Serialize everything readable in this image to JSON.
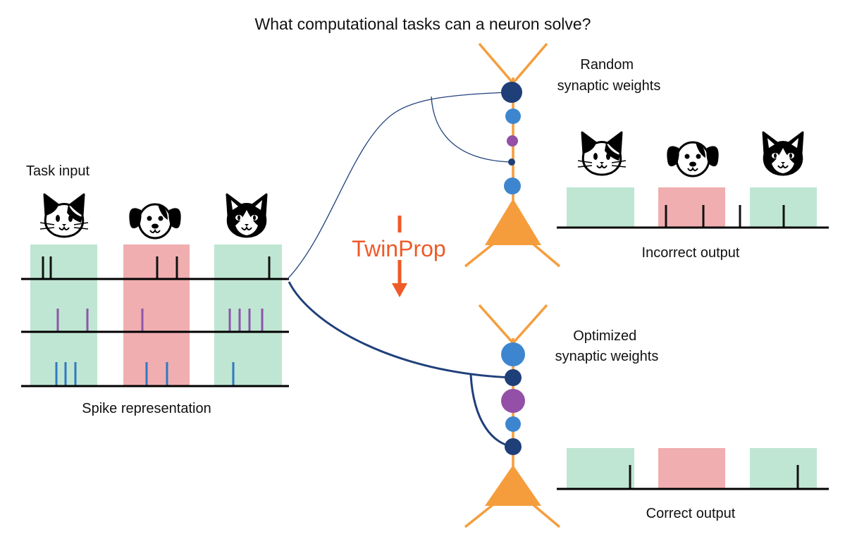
{
  "title": "What computational tasks can a neuron solve?",
  "labels": {
    "task_input": "Task input",
    "spike_representation": "Spike representation",
    "random_weights_line1": "Random",
    "random_weights_line2": "synaptic weights",
    "optimized_weights_line1": "Optimized",
    "optimized_weights_line2": "synaptic weights",
    "method": "TwinProp",
    "incorrect_output": "Incorrect output",
    "correct_output": "Correct output"
  },
  "task_sequence": [
    {
      "animal": "cat",
      "icon": "white-cat-face-icon",
      "target": "green"
    },
    {
      "animal": "dog",
      "icon": "dog-face-icon",
      "target": "red"
    },
    {
      "animal": "cat",
      "icon": "black-cat-face-icon",
      "target": "green"
    }
  ],
  "colors": {
    "green_window": "#bfe6d2",
    "red_window": "#f0aeb0",
    "neuron": "#f59d3d",
    "method_arrow": "#ee5a28",
    "axon": "#20407a",
    "synapse_dark": "#1f3f78",
    "synapse_light": "#3d86cf",
    "synapse_purple": "#9350a6",
    "spike_purple": "#8e55a8",
    "spike_blue": "#3178c2",
    "spike_black": "#111111"
  }
}
